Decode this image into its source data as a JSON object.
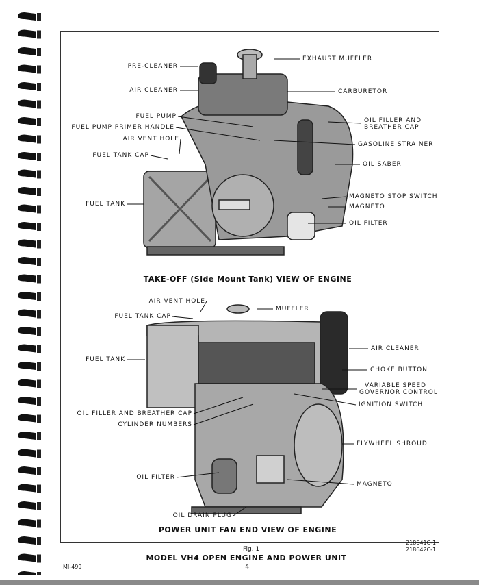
{
  "top_figure": {
    "labels": {
      "pre_cleaner": "PRE-CLEANER",
      "exhaust_muffler": "EXHAUST MUFFLER",
      "air_cleaner": "AIR CLEANER",
      "carburetor": "CARBURETOR",
      "fuel_pump": "FUEL PUMP",
      "fuel_pump_primer_handle": "FUEL PUMP PRIMER HANDLE",
      "oil_filler_1": "OIL FILLER AND",
      "oil_filler_2": "BREATHER CAP",
      "air_vent_hole": "AIR VENT HOLE",
      "gasoline_strainer": "GASOLINE STRAINER",
      "fuel_tank_cap": "FUEL TANK CAP",
      "oil_saber": "OIL SABER",
      "fuel_tank": "FUEL TANK",
      "magneto_stop_switch": "MAGNETO STOP SWITCH",
      "magneto": "MAGNETO",
      "oil_filter": "OIL FILTER"
    },
    "caption": "TAKE-OFF (Side Mount Tank) VIEW OF ENGINE"
  },
  "bottom_figure": {
    "labels": {
      "air_vent_hole": "AIR VENT HOLE",
      "muffler": "MUFFLER",
      "fuel_tank_cap": "FUEL TANK CAP",
      "fuel_tank": "FUEL TANK",
      "air_cleaner": "AIR CLEANER",
      "choke_button": "CHOKE BUTTON",
      "variable_speed_1": "VARIABLE SPEED",
      "variable_speed_2": "GOVERNOR CONTROL",
      "ignition_switch": "IGNITION SWITCH",
      "oil_filler": "OIL FILLER AND BREATHER CAP",
      "cylinder_numbers": "CYLINDER NUMBERS",
      "flywheel_shroud": "FLYWHEEL SHROUD",
      "oil_filter": "OIL FILTER",
      "magneto": "MAGNETO",
      "oil_drain_plug": "OIL DRAIN PLUG"
    },
    "caption": "POWER UNIT FAN END VIEW OF ENGINE"
  },
  "part_numbers": [
    "218641C-1",
    "218642C-1"
  ],
  "fig_label": "Fig. 1",
  "title": "MODEL VH4 OPEN ENGINE AND POWER UNIT",
  "doc_code": "MI-499",
  "page_number": "4"
}
